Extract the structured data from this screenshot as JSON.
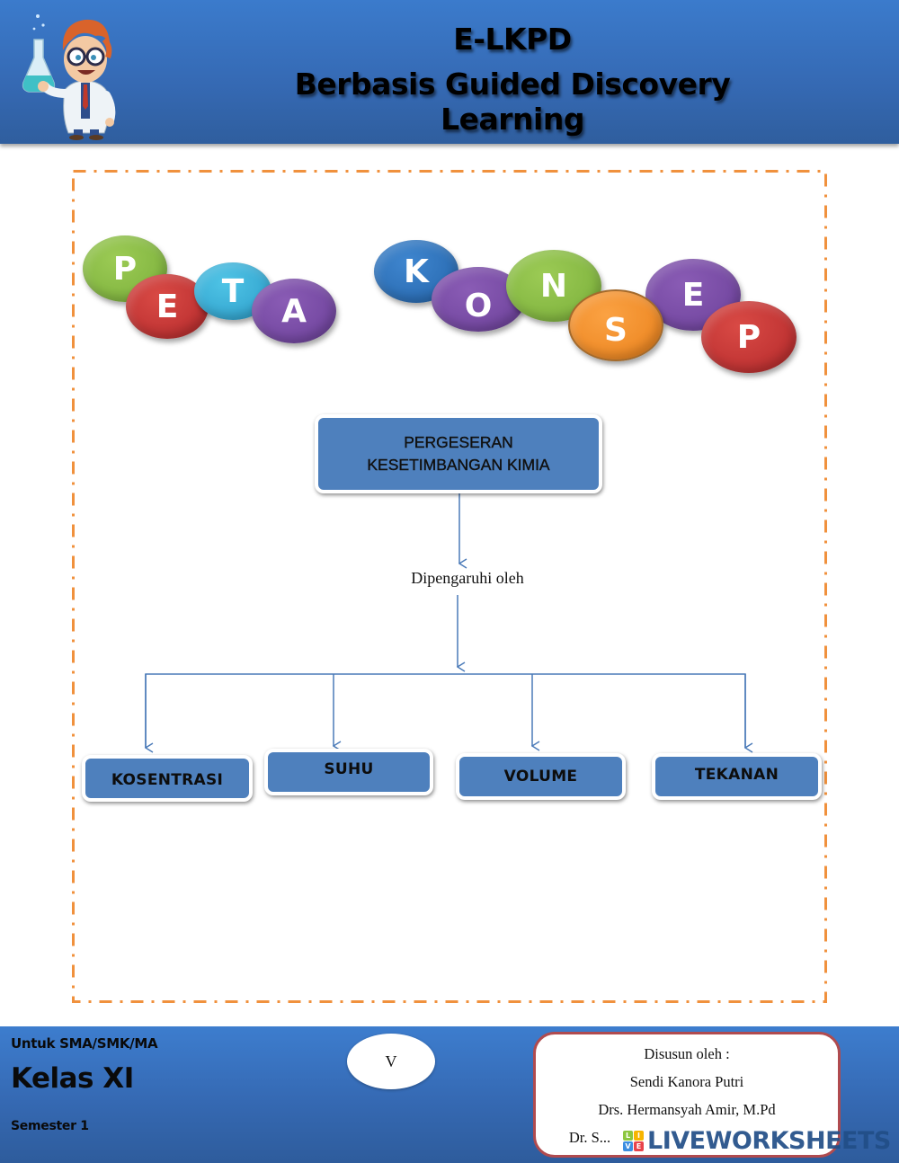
{
  "header": {
    "title_line1": "E-LKPD",
    "title_line2": "Berbasis Guided Discovery Learning",
    "mascot_icon": "scientist-mascot-icon"
  },
  "heading_bubbles": {
    "word1": [
      "P",
      "E",
      "T",
      "A"
    ],
    "word2": [
      "K",
      "O",
      "N",
      "S",
      "E",
      "P"
    ]
  },
  "concept_map": {
    "root": {
      "line1": "PERGESERAN",
      "line2": "KESETIMBANGAN KIMIA"
    },
    "connector_label": "Dipengaruhi oleh",
    "factors": [
      "KOSENTRASI",
      "SUHU",
      "VOLUME",
      "TEKANAN"
    ]
  },
  "colors": {
    "header_blue": "#3569b3",
    "box_blue": "#4e80bd",
    "frame_orange": "#f0913d",
    "arrow_blue": "#4a7ab8",
    "author_border": "#b04b4f"
  },
  "footer": {
    "audience": "Untuk SMA/SMK/MA",
    "grade": "Kelas XI",
    "semester": "Semester 1",
    "page_number": "V",
    "authors_heading": "Disusun oleh :",
    "authors": [
      "Sendi Kanora Putri",
      "Drs. Hermansyah Amir, M.Pd",
      "Dr. S..."
    ]
  },
  "watermark": {
    "logo_letters": [
      "L",
      "I",
      "V",
      "E"
    ],
    "text": "LIVEWORKSHEETS"
  }
}
